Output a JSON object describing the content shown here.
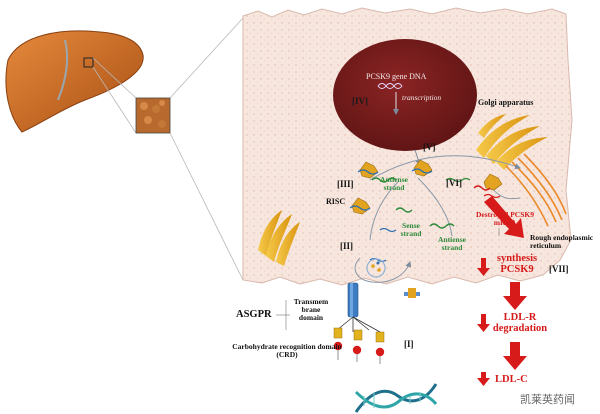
{
  "colors": {
    "cell_fill": "#f7e6de",
    "cell_dots": "#e9c6bc",
    "nucleus": "#7a1e1e",
    "liver": "#c9671f",
    "red_accent": "#d71a1a",
    "green_label": "#2e8b3a",
    "golgi": "#f1b321"
  },
  "nucleus": {
    "dna_label": "PCSK9 gene DNA",
    "transcription": "transcription",
    "roman_iv": "[IV]"
  },
  "steps": {
    "v": "[V]",
    "iii": "[III]",
    "vi": "[VI]",
    "ii": "[II]",
    "i": "[I]",
    "vii": "[VII]"
  },
  "labels": {
    "golgi": "Golgi apparatus",
    "antisense_1": "Antiense strand",
    "risc": "RISC",
    "sense": "Sense strand",
    "antisense_2": "Antiense strand",
    "destroyed": "Destroyed PCSK9 mRNA",
    "rer": "Rough endoplasmic reticulum",
    "synthesis": "synthesis PCSK9",
    "ldlr": "LDL-R degradation",
    "ldl": "LDL-C",
    "asgpr": "ASGPR",
    "transmembrane": "Transmem brane domain",
    "crd": "Carbohydrate recognition domain (CRD)"
  },
  "watermark": "凯莱英药闻",
  "icons": [
    "liver-icon",
    "tissue-icon",
    "risc-complex-icon",
    "golgi-icon",
    "er-icon",
    "receptor-icon",
    "dna-helix-icon",
    "down-arrow-icon"
  ]
}
